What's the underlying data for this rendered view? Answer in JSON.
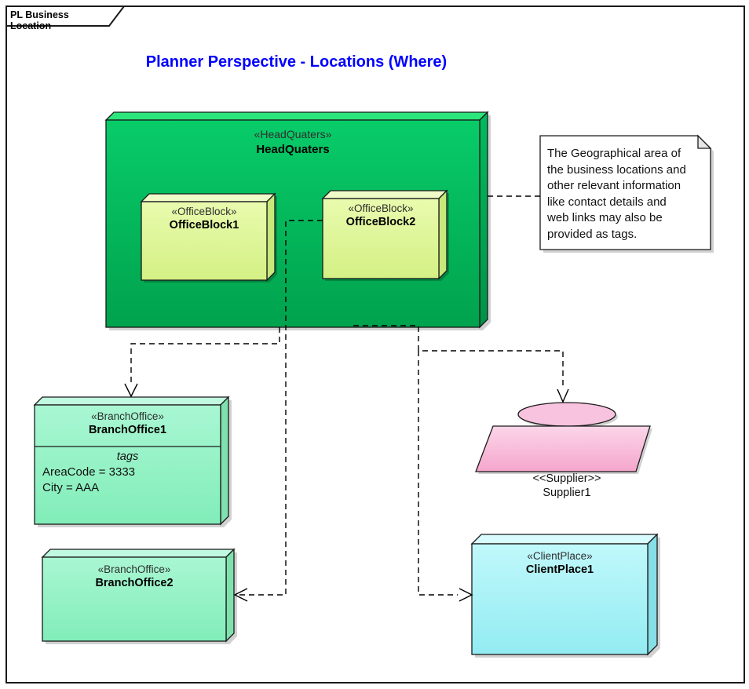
{
  "frame": {
    "tab_label": "PL Business Location"
  },
  "title": {
    "text": "Planner Perspective - Locations (Where)",
    "color": "#0000fe"
  },
  "nodes": {
    "headquaters": {
      "stereotype": "«HeadQuaters»",
      "name": "HeadQuaters",
      "fill": "#00bf5f"
    },
    "officeblock1": {
      "stereotype": "«OfficeBlock»",
      "name": "OfficeBlock1",
      "fill": "#ddf693"
    },
    "officeblock2": {
      "stereotype": "«OfficeBlock»",
      "name": "OfficeBlock2",
      "fill": "#ddf693"
    },
    "branchoffice1": {
      "stereotype": "«BranchOffice»",
      "name": "BranchOffice1",
      "tags_title": "tags",
      "tags": [
        "AreaCode = 3333",
        "City = AAA"
      ],
      "fill": "#95f2c6"
    },
    "branchoffice2": {
      "stereotype": "«BranchOffice»",
      "name": "BranchOffice2",
      "fill": "#95f2c6"
    },
    "clientplace1": {
      "stereotype": "«ClientPlace»",
      "name": "ClientPlace1",
      "fill": "#a9f3f7"
    },
    "supplier1": {
      "stereotype": "<<Supplier>>",
      "name": "Supplier1",
      "fill": "#f7bcda"
    }
  },
  "note": {
    "text": "The Geographical area of\nthe business locations and\nother relevant information\nlike contact details and\nweb links may also be\nprovided as tags."
  }
}
